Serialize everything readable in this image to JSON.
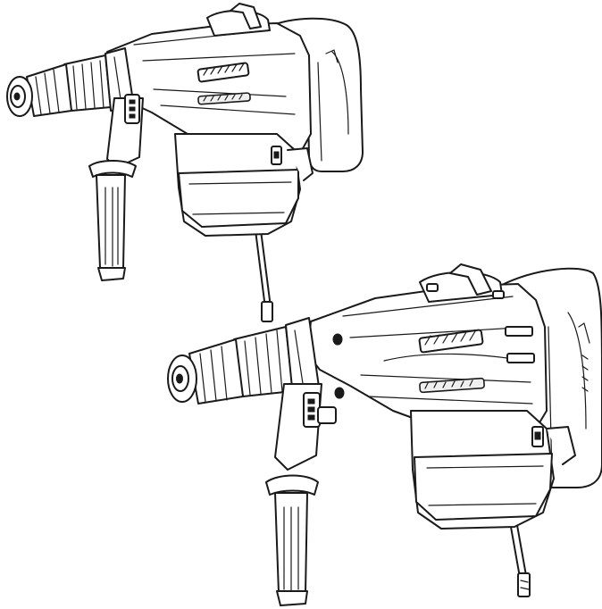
{
  "illustration": {
    "subject": "rotary-hammer-drill",
    "views": [
      "top-left-view",
      "bottom-right-view"
    ],
    "line_color": "#1a1a1a",
    "fill_color": "#ffffff"
  }
}
